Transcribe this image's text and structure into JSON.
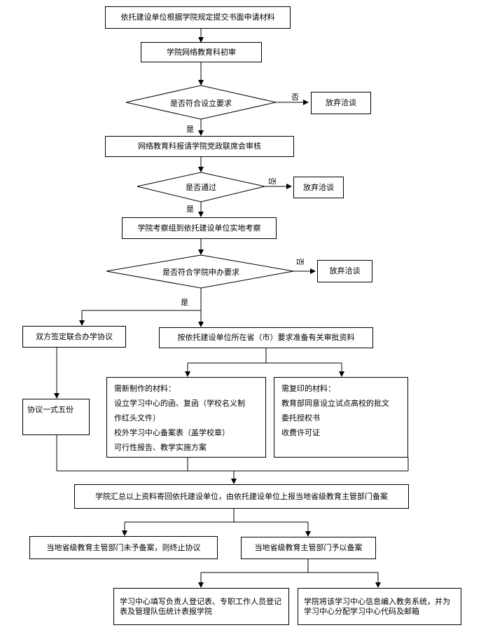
{
  "nodes": {
    "n1": "依托建设单位根据学院规定提交书面申请材料",
    "n2": "学院网络教育科初审",
    "d1": "是否符合设立要求",
    "abandon1": "放弃洽谈",
    "n3": "网络教育科报请学院党政联席会审核",
    "d2": "是否通过",
    "abandon2": "放弃洽谈",
    "n4": "学院考察组到依托建设单位实地考察",
    "d3": "是否符合学院申办要求",
    "abandon3": "放弃洽谈",
    "n5": "双方签定联合办学协议",
    "n6": "按依托建设单位所在省（市）要求准备有关审批资料",
    "n7": "协议一式五份",
    "new_materials": [
      "需新制作的材料：",
      "设立学习中心的函、复函（学校名义制",
      "作红头文件）",
      "校外学习中心备案表（盖学校章）",
      "可行性报告、教学实施方案"
    ],
    "copy_materials": [
      "需复印的材料：",
      "教育部同意设立试点高校的批文",
      "委托授权书",
      "收费许可证"
    ],
    "n8": "学院汇总以上资料寄回依托建设单位，由依托建设单位上报当地省级教育主管部门备案",
    "n9": "当地省级教育主管部门未予备案，则终止协议",
    "n10": "当地省级教育主管部门予以备案",
    "n11": "学习中心填写负责人登记表、专职工作人员登记表及管理队伍统计表报学院",
    "n12": "学院将该学习中心信息编入教务系统，并为学习中心分配学习中心代码及邮箱"
  },
  "labels": {
    "yes": "是",
    "no": "否"
  }
}
